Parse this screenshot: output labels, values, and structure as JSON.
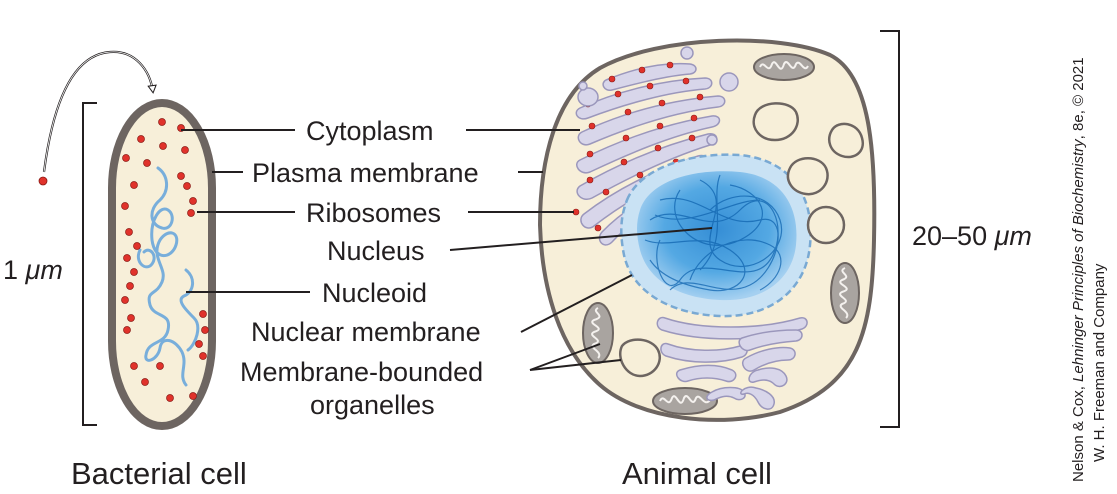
{
  "labels": {
    "cytoplasm": "Cytoplasm",
    "plasma_membrane": "Plasma membrane",
    "ribosomes": "Ribosomes",
    "nucleus": "Nucleus",
    "nucleoid": "Nucleoid",
    "nuclear_membrane": "Nuclear membrane",
    "membrane_bounded_1": "Membrane-bounded",
    "membrane_bounded_2": "organelles"
  },
  "scale": {
    "bacterial_prefix": "1 ",
    "bacterial_unit": "μm",
    "animal_prefix": "20–50 ",
    "animal_unit": "μm"
  },
  "captions": {
    "bacterial": "Bacterial cell",
    "animal": "Animal cell"
  },
  "credit": {
    "line1_a": "Nelson & Cox, ",
    "line1_b": "Lehninger Principles of Biochemistry",
    "line1_c": ", 8e, © 2021",
    "line2": "W. H. Freeman and Company"
  },
  "colors": {
    "cytoplasm_fill": "#f7efd9",
    "membrane_gray": "#6d6561",
    "ribosome_red": "#e0322b",
    "dna_blue": "#78aedb",
    "nucleus_blue": "#2b8fd4",
    "er_lavender": "#d8d6ea",
    "mito_gray": "#8a8582"
  }
}
